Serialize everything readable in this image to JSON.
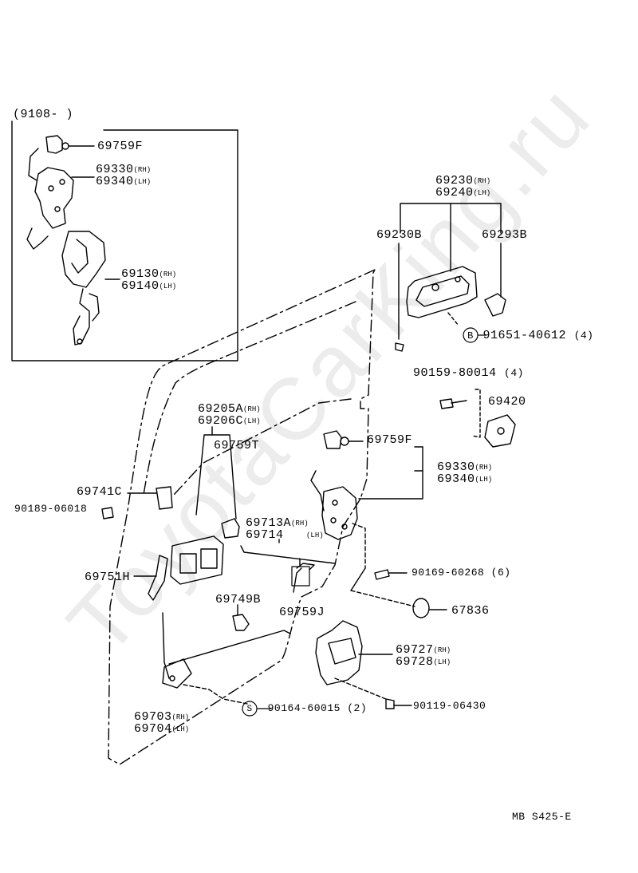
{
  "inset_title": "(9108-        )",
  "watermark": "ToyotaCarKing.ru",
  "footer_code": "MB S425-E",
  "callouts": {
    "c01": {
      "code": "69759F"
    },
    "c02": {
      "code": "69330",
      "side": "(RH)"
    },
    "c03": {
      "code": "69340",
      "side": "(LH)"
    },
    "c04": {
      "code": "69130",
      "side": "(RH)"
    },
    "c05": {
      "code": "69140",
      "side": "(LH)"
    },
    "c06": {
      "code": "69230",
      "side": "(RH)"
    },
    "c07": {
      "code": "69240",
      "side": "(LH)"
    },
    "c08": {
      "code": "69230B"
    },
    "c09": {
      "code": "69293B"
    },
    "c10": {
      "symbol": "B",
      "code": "91651-40612",
      "qty": "(4)"
    },
    "c11": {
      "code": "90159-80014",
      "qty": "(4)"
    },
    "c12": {
      "code": "69420"
    },
    "c13": {
      "code": "69205A",
      "side": "(RH)"
    },
    "c14": {
      "code": "69206C",
      "side": "(LH)"
    },
    "c15": {
      "code": "69759T"
    },
    "c16": {
      "code": "69759F"
    },
    "c17": {
      "code": "69330",
      "side": "(RH)"
    },
    "c18": {
      "code": "69340",
      "side": "(LH)"
    },
    "c19": {
      "code": "69741C"
    },
    "c20": {
      "code": "90189-06018"
    },
    "c21": {
      "code": "69713A",
      "side": "(RH)"
    },
    "c22": {
      "code": "69714",
      "side": "(LH)"
    },
    "c23": {
      "code": "90169-60268",
      "qty": "(6)"
    },
    "c24": {
      "code": "69751H"
    },
    "c25": {
      "code": "67836"
    },
    "c26": {
      "code": "69749B"
    },
    "c27": {
      "code": "69759J"
    },
    "c28": {
      "code": "69727",
      "side": "(RH)"
    },
    "c29": {
      "code": "69728",
      "side": "(LH)"
    },
    "c30": {
      "code": "69703",
      "side": "(RH)"
    },
    "c31": {
      "code": "69704",
      "side": "(LH)"
    },
    "c32": {
      "symbol": "S",
      "code": "90164-60015",
      "qty": "(2)"
    },
    "c33": {
      "code": "90119-06430"
    }
  }
}
